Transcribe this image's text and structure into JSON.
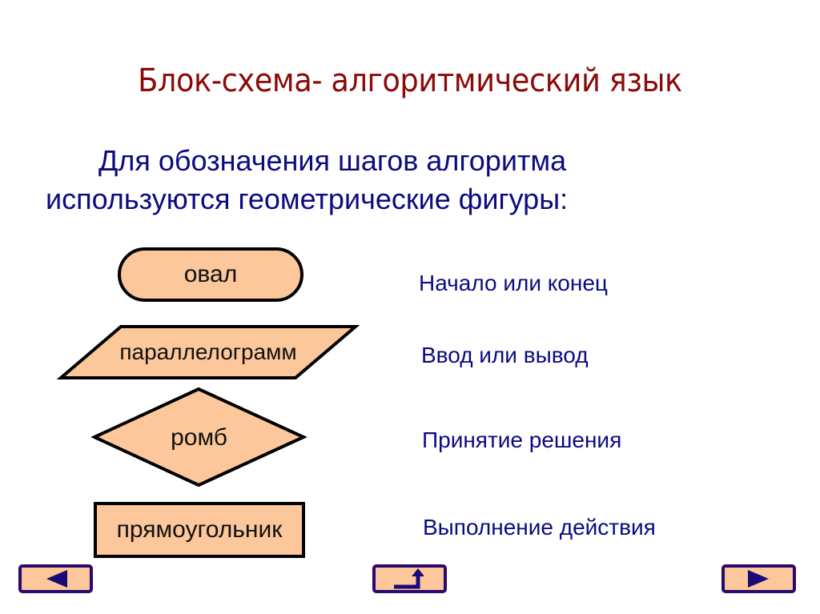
{
  "slide": {
    "title": "Блок-схема- алгоритмический язык",
    "intro_line1": "Для обозначения шагов алгоритма",
    "intro_line2": "используются геометрические фигуры:"
  },
  "shapes": [
    {
      "type": "oval",
      "label": "овал",
      "description": "Начало или конец"
    },
    {
      "type": "parallelogram",
      "label": "параллелограмм",
      "description": "Ввод или вывод"
    },
    {
      "type": "rhombus",
      "label": "ромб",
      "description": "Принятие решения"
    },
    {
      "type": "rectangle",
      "label": "прямоугольник",
      "description": "Выполнение действия"
    }
  ],
  "navigation": {
    "back_icon": "triangle-left-icon",
    "home_icon": "return-arrow-icon",
    "forward_icon": "triangle-right-icon"
  },
  "colors": {
    "title": "#8B0A0A",
    "body_text": "#0B0B80",
    "shape_fill": "#FCC79A",
    "shape_stroke": "#000000",
    "nav_border": "#2A0A6E",
    "nav_icon": "#1A0A78"
  }
}
